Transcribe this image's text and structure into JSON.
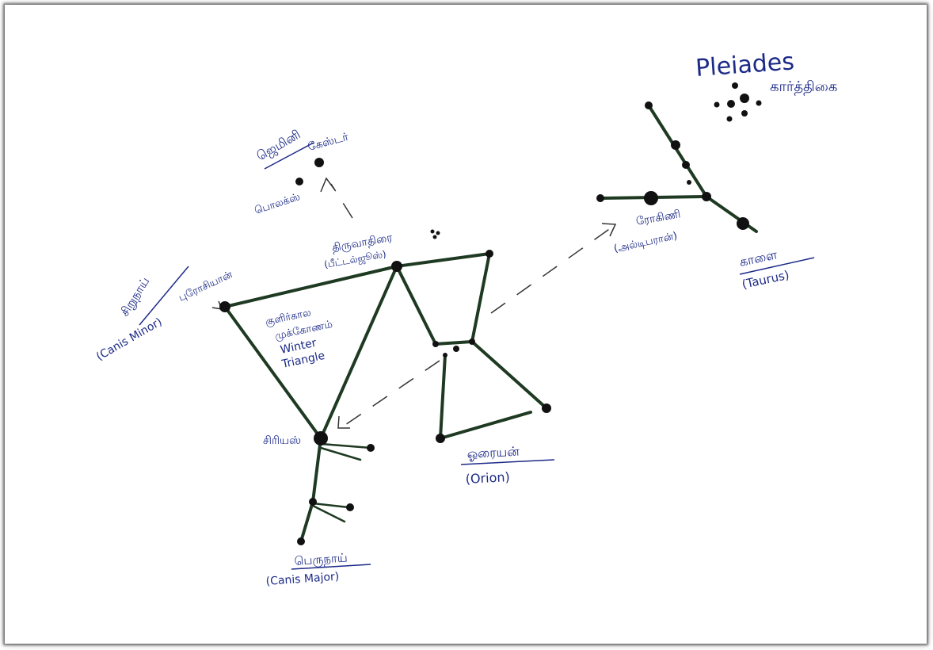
{
  "labels": {
    "pleiades_en": "Pleiades",
    "pleiades_ta": "கார்த்திகை",
    "gemini_ta": "ஜெமினி",
    "castor_ta": "கேஸ்டர்",
    "pollux_ta": "பொலக்ஸ்",
    "betelgeuse_ta": "திருவாதிரை",
    "betelgeuse_sub": "(பீட்டல்ஜூஸ்)",
    "canis_minor_ta": "சிறுநாய்",
    "canis_minor_en": "(Canis Minor)",
    "procyon_ta": "புரோசியான்",
    "winter_triangle_ta1": "குளிர்கால",
    "winter_triangle_ta2": "முக்கோணம்",
    "winter_triangle_en1": "Winter",
    "winter_triangle_en2": "Triangle",
    "sirius_ta": "சிரியஸ்",
    "canis_major_ta": "பெருநாய்",
    "canis_major_en": "(Canis Major)",
    "orion_ta": "ஓரையன்",
    "orion_en": "(Orion)",
    "aldebaran_ta": "ரோகிணி",
    "aldebaran_sub": "(அல்டிபரான்)",
    "taurus_ta": "காளை",
    "taurus_en": "(Taurus)"
  },
  "colors": {
    "ink": "#1c2a87",
    "line": "#1f3a22",
    "star": "#111111"
  }
}
